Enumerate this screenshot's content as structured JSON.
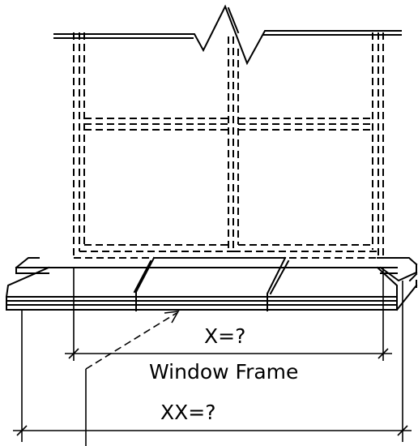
{
  "labels": {
    "x_dimension": "X=?",
    "frame_label": "Window Frame",
    "xx_dimension": "XX=?"
  },
  "colors": {
    "line": "#000000",
    "background": "#ffffff"
  }
}
